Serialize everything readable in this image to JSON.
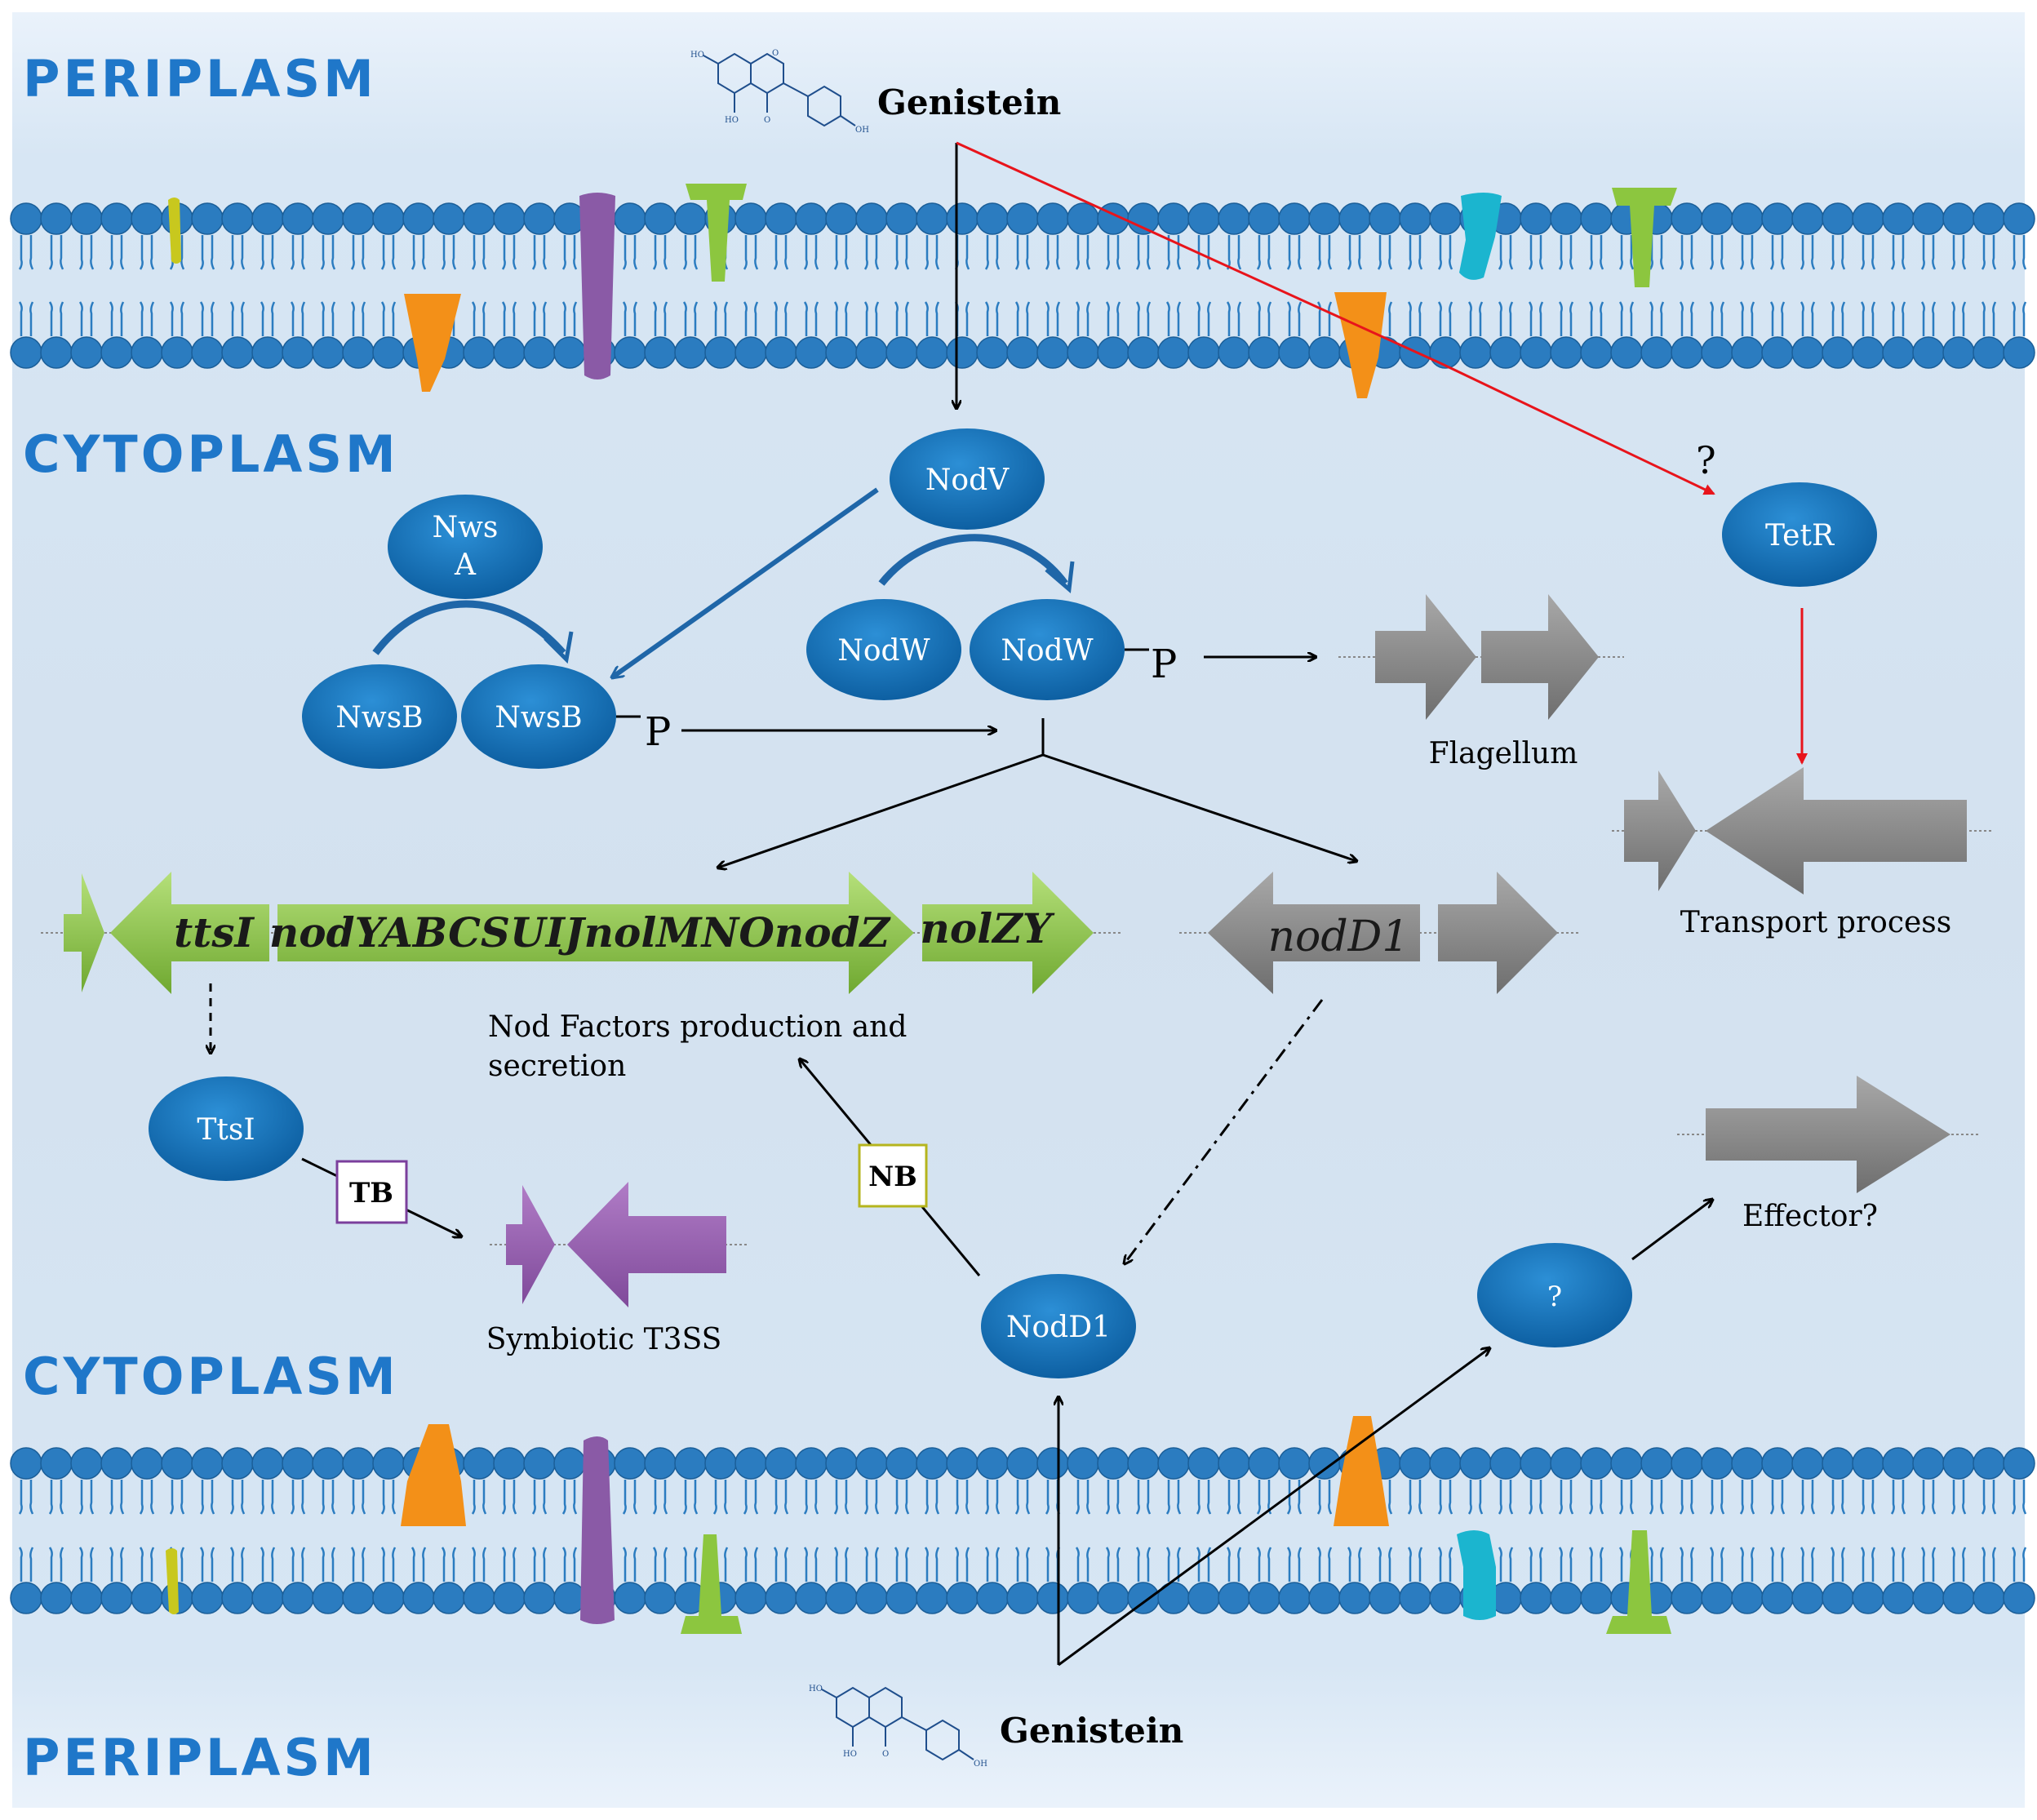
{
  "regions": {
    "periplasm_top": "PERIPLASM",
    "cytoplasm_top": "CYTOPLASM",
    "cytoplasm_bottom": "CYTOPLASM",
    "periplasm_bottom": "PERIPLASM"
  },
  "molecules": {
    "genistein_top": "Genistein",
    "genistein_bottom": "Genistein"
  },
  "proteins": {
    "nodv": "NodV",
    "nwsa_line1": "Nws",
    "nwsa_line2": "A",
    "nwsb_left": "NwsB",
    "nwsb_right": "NwsB",
    "nodw_left": "NodW",
    "nodw_right": "NodW",
    "tetr": "TetR",
    "ttsi": "TtsI",
    "nodd1": "NodD1",
    "unknown": "?"
  },
  "phospho": {
    "p1": "P",
    "p2": "P"
  },
  "genes": {
    "ttsI": "ttsI",
    "nod_operon": "nodYABCSUIJnolMNOnodZ",
    "nolZY": "nolZY",
    "nodD1": "nodD1"
  },
  "labels": {
    "flagellum": "Flagellum",
    "transport": "Transport process",
    "nod_factors_1": "Nod Factors production and",
    "nod_factors_2": "secretion",
    "t3ss": "Symbiotic T3SS",
    "effector": "Effector?",
    "question_tetr": "?"
  },
  "boxes": {
    "tb": "TB",
    "nb": "NB"
  },
  "colors": {
    "background": "#d6e4f0",
    "region_text": "#1f77c9",
    "lipid_head": "#2b7cc0",
    "protein_fill": "#1070b8",
    "gene_green": "#8cc63f",
    "gene_grey": "#8c8c8c",
    "t3ss_purple": "#9b59b6",
    "red_arrow": "#e8141b"
  }
}
